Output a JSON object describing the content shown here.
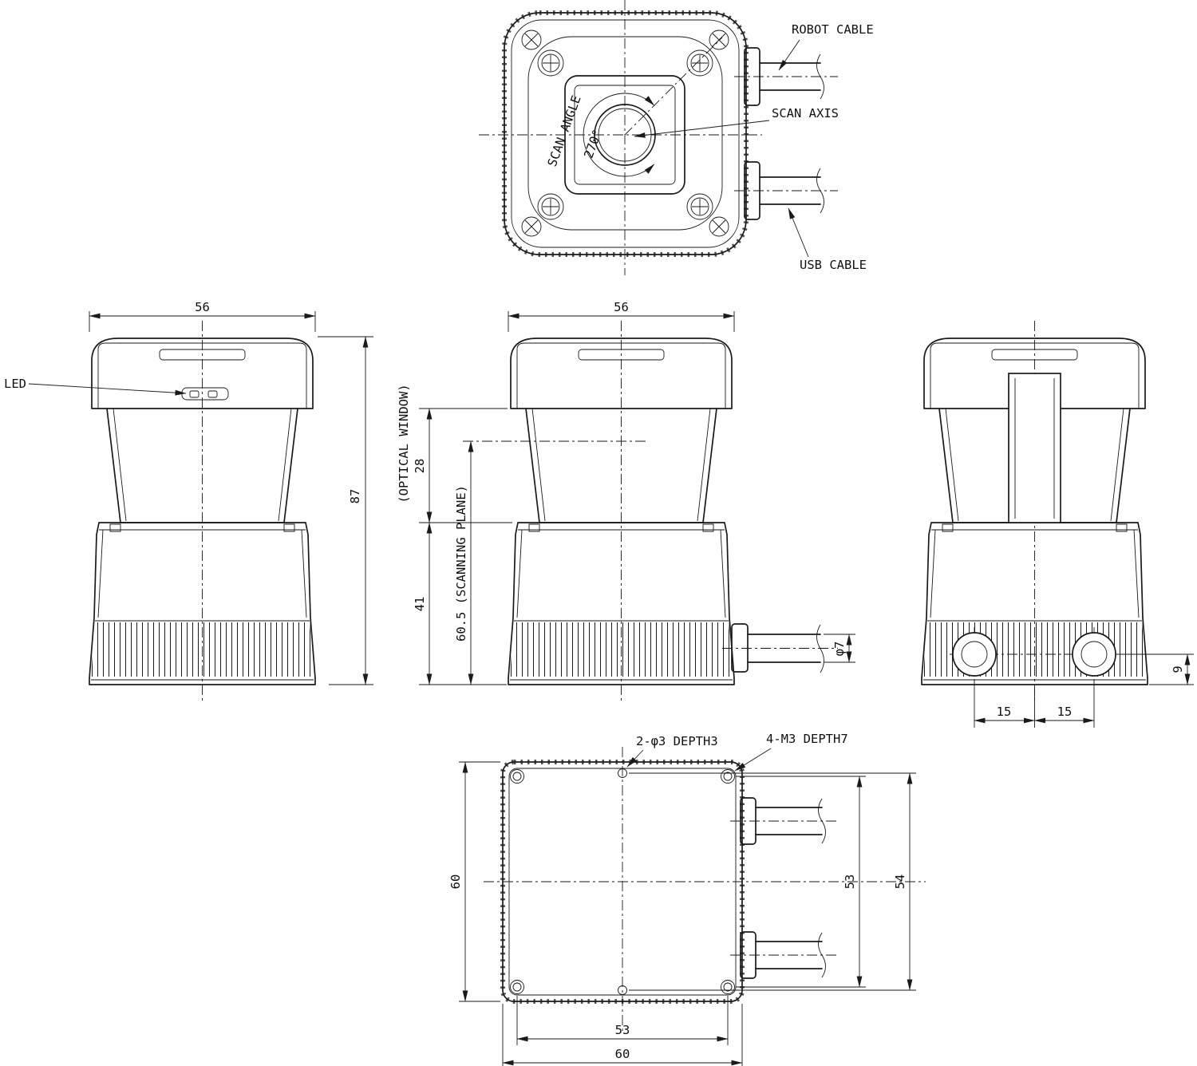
{
  "colors": {
    "line_color": "#1a1a1a",
    "background": "#ffffff"
  },
  "top_view": {
    "robot_cable_label": "ROBOT CABLE",
    "scan_axis_label": "SCAN AXIS",
    "usb_cable_label": "USB CABLE",
    "scan_angle_label": "SCAN ANGLE",
    "scan_angle_value": "270°"
  },
  "front_view": {
    "led_label": "LED",
    "dim_width": "56",
    "dim_height": "87"
  },
  "side_view": {
    "dim_width": "56",
    "optical_window_label": "(OPTICAL WINDOW)",
    "dim_optical_window_height": "28",
    "scanning_plane_label": "60.5 (SCANNING PLANE)",
    "dim_base_height": "41",
    "dim_cable_diameter": "φ7"
  },
  "rear_view": {
    "dim_gland_pitch_left": "15",
    "dim_gland_pitch_right": "15",
    "dim_gland_height": "9"
  },
  "bottom_view": {
    "note_positioning_holes": "2-φ3 DEPTH3",
    "note_mounting_holes": "4-M3 DEPTH7",
    "dim_body_height": "60",
    "dim_mount_pitch_vertical": "53",
    "dim_positioning_pitch": "54",
    "dim_mount_pitch_horizontal": "53",
    "dim_body_width": "60"
  }
}
